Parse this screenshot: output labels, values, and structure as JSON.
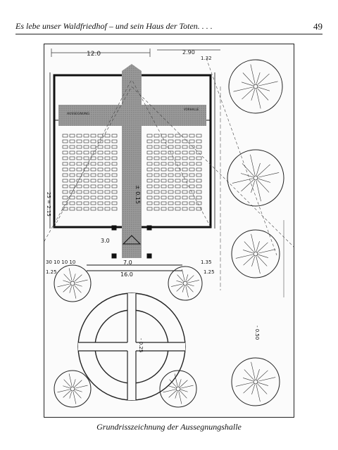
{
  "header": {
    "running_title": "Es lebe unser Waldfriedhof – und sein Haus der Toten. . . .",
    "page_number": "49"
  },
  "figure": {
    "caption": "Grundrisszeichnung der Aussegnungshalle",
    "dimension_labels": {
      "top_width": "12.0",
      "top_right_a": "2.90",
      "top_right_b": "1.32",
      "left_side": "25 = 2.15",
      "aisle_level": "± 0.15",
      "porch_depth": "3.0",
      "porch_width": "7.0",
      "base_width": "16.0",
      "small_dims": "30 10 10 10",
      "left_small": "1.25",
      "right_small_a": "1.35",
      "right_small_b": "1.25",
      "circle_level": "- 0.25",
      "right_level": "- 0.50",
      "entrance_label": "AUSSEGNUNG",
      "vestibule_label": "VORHALLE"
    }
  }
}
